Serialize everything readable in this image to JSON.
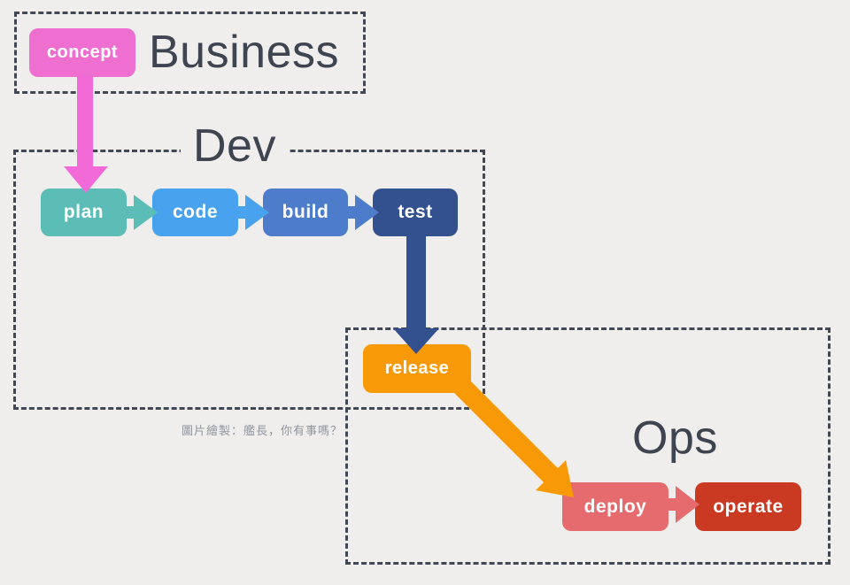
{
  "diagram": {
    "background": "#efeeec",
    "border_color": "#414754",
    "title_color": "#3e4450",
    "caption_color": "#8f949d",
    "caption": "圖片繪製：艦長，你有事嗎？",
    "zones": {
      "business": {
        "label": "Business"
      },
      "dev": {
        "label": "Dev"
      },
      "ops": {
        "label": "Ops"
      }
    },
    "nodes": {
      "concept": {
        "label": "concept",
        "color": "#ee6fd0"
      },
      "plan": {
        "label": "plan",
        "color": "#5cbdb6"
      },
      "code": {
        "label": "code",
        "color": "#48a2ed"
      },
      "build": {
        "label": "build",
        "color": "#4d7ccb"
      },
      "test": {
        "label": "test",
        "color": "#33508f"
      },
      "release": {
        "label": "release",
        "color": "#f89a08"
      },
      "deploy": {
        "label": "deploy",
        "color": "#e66b6e"
      },
      "operate": {
        "label": "operate",
        "color": "#ca3a22"
      }
    },
    "arrows": {
      "concept_to_plan": {
        "color": "#f16ad7"
      },
      "plan_to_code": {
        "color": "#5cbdb6"
      },
      "code_to_build": {
        "color": "#48a2ed"
      },
      "build_to_test": {
        "color": "#4d7ccb"
      },
      "test_to_release": {
        "color": "#33508f"
      },
      "release_to_deploy": {
        "color": "#f89a08"
      },
      "deploy_to_operate": {
        "color": "#e66b6e"
      }
    }
  }
}
